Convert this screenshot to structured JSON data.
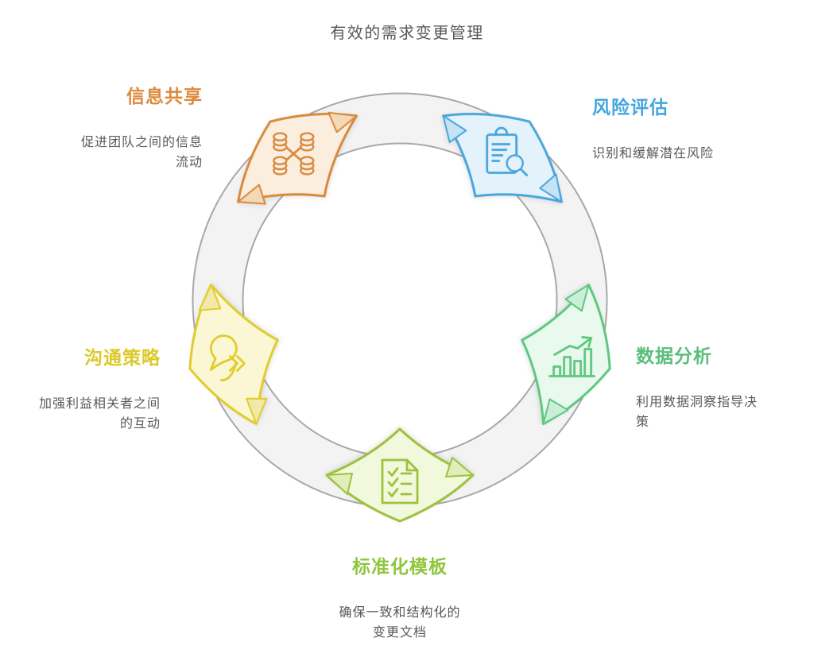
{
  "title": "有效的需求变更管理",
  "colors": {
    "title_text": "#595959",
    "desc_text": "#595959",
    "ring_fill": "#F3F3F3",
    "ring_stroke": "#A8A8A8",
    "background": "#FFFFFF"
  },
  "nodes": [
    {
      "id": "info-sharing",
      "label": "信息共享",
      "desc": "促进团队之间的信息\n流动",
      "icon": "database-share-icon",
      "color": "#D8893C",
      "fill": "#FBEEDF",
      "fold": "#F3D9B8",
      "label_color": "#DD8A3C"
    },
    {
      "id": "risk-assessment",
      "label": "风险评估",
      "desc": "识别和缓解潜在风险",
      "icon": "clipboard-search-icon",
      "color": "#4BA5DC",
      "fill": "#E3F2FB",
      "fold": "#C6E3F4",
      "label_color": "#44A5DF"
    },
    {
      "id": "data-analysis",
      "label": "数据分析",
      "desc": "利用数据洞察指导决\n策",
      "icon": "bar-chart-trend-icon",
      "color": "#5CC87E",
      "fill": "#E9F9EE",
      "fold": "#CBEED8",
      "label_color": "#5BBE7B"
    },
    {
      "id": "standard-template",
      "label": "标准化模板",
      "desc": "确保一致和结构化的\n变更文档",
      "icon": "checklist-document-icon",
      "color": "#9DC23E",
      "fill": "#F2F8DB",
      "fold": "#E1EDBA",
      "label_color": "#8FC63F"
    },
    {
      "id": "communication-strategy",
      "label": "沟通策略",
      "desc": "加强利益相关者之间\n的互动",
      "icon": "speech-forward-icon",
      "color": "#E0CC2B",
      "fill": "#FBF7D4",
      "fold": "#F1E9A9",
      "label_color": "#DCC92A"
    }
  ]
}
